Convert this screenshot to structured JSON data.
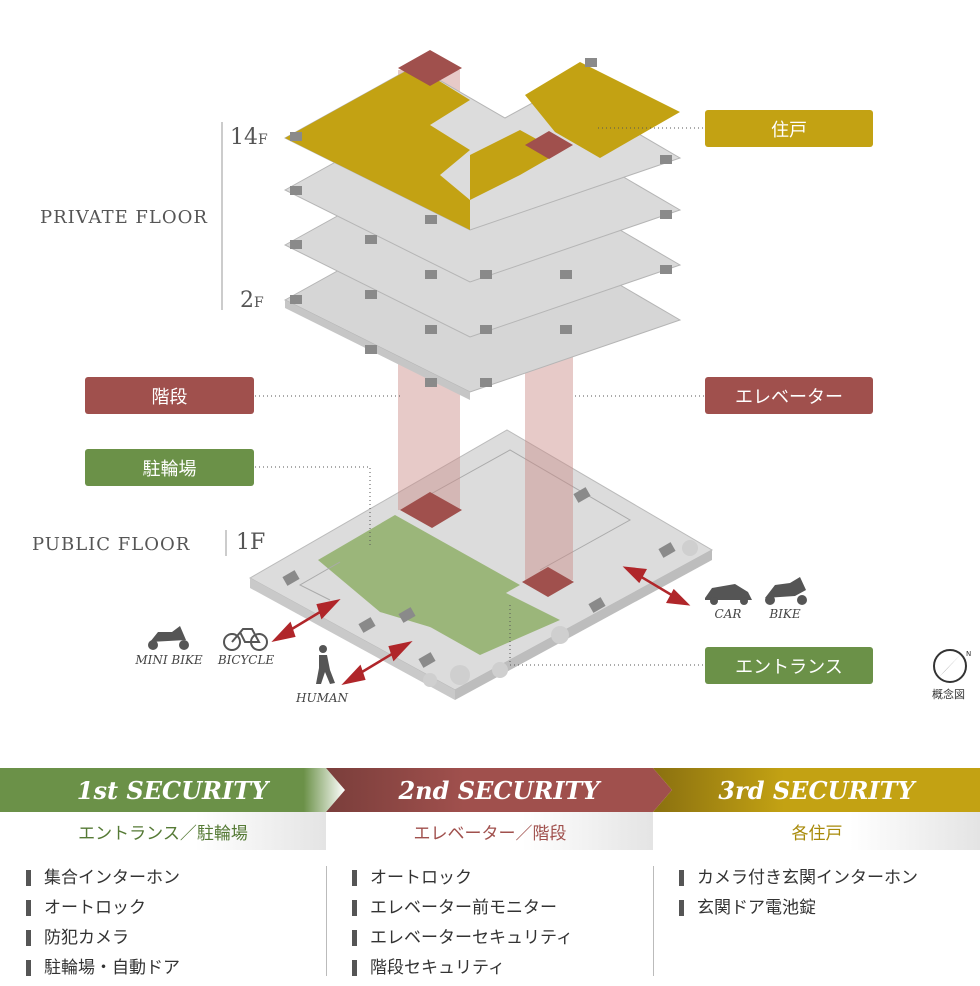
{
  "floors": {
    "private_label": "PRIVATE FLOOR",
    "public_label": "PUBLIC FLOOR",
    "top_floor": "14",
    "low_floor": "2",
    "ground_floor": "1F",
    "floor_unit": "F"
  },
  "callouts": {
    "unit": "住戸",
    "stairs": "階段",
    "elevator": "エレベーター",
    "bicycle_parking": "駐輪場",
    "entrance": "エントランス"
  },
  "vehicles": {
    "car": "CAR",
    "bike": "BIKE",
    "mini_bike": "MINI BIKE",
    "bicycle": "BICYCLE",
    "human": "HUMAN"
  },
  "compass_caption": "概念図",
  "security": [
    {
      "title": "1st SECURITY",
      "subtitle": "エントランス／駐輪場",
      "items": [
        "集合インターホン",
        "オートロック",
        "防犯カメラ",
        "駐輪場・自動ドア"
      ]
    },
    {
      "title": "2nd SECURITY",
      "subtitle": "エレベーター／階段",
      "items": [
        "オートロック",
        "エレベーター前モニター",
        "エレベーターセキュリティ",
        "階段セキュリティ"
      ]
    },
    {
      "title": "3rd SECURITY",
      "subtitle": "各住戸",
      "items": [
        "カメラ付き玄関インターホン",
        "玄関ドア電池錠"
      ]
    }
  ],
  "colors": {
    "green": "#6b9148",
    "red": "#a0504d",
    "gold": "#c3a213",
    "floor_gray": "#d8d8d8",
    "green_area": "#9bb67a"
  }
}
